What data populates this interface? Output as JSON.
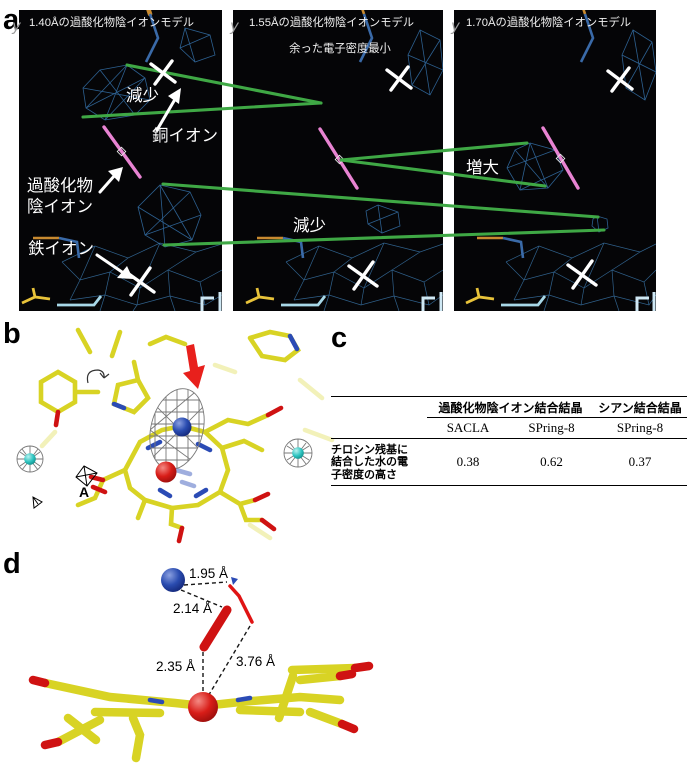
{
  "figure": {
    "panel_a": {
      "label": "a",
      "axis_glyph": "y",
      "panels": [
        {
          "title": "1.40Åの過酸化物陰イオンモデル",
          "subtitle": ""
        },
        {
          "title": "1.55Åの過酸化物陰イオンモデル",
          "subtitle": "余った電子密度最小"
        },
        {
          "title": "1.70Åの過酸化物陰イオンモデル",
          "subtitle": ""
        }
      ],
      "annotations": {
        "decrease_top": "減少",
        "copper_ion": "銅イオン",
        "peroxide_line1": "過酸化物",
        "peroxide_line2": "陰イオン",
        "iron_ion": "鉄イオン",
        "decrease_bottom": "減少",
        "increase": "増大"
      }
    },
    "panel_b": {
      "label": "b",
      "site_marker": "A"
    },
    "panel_c": {
      "label": "c",
      "table": {
        "group_headers": [
          "過酸化物陰イオン結合結晶",
          "シアン結合結晶"
        ],
        "sub_headers": [
          "SACLA",
          "SPring-8",
          "SPring-8"
        ],
        "row_label_lines": [
          "チロシン残基に",
          "結合した水の電",
          "子密度の高さ"
        ],
        "values": [
          "0.38",
          "0.62",
          "0.37"
        ]
      }
    },
    "panel_d": {
      "label": "d",
      "distances": {
        "d1": "1.95 Å",
        "d2": "2.14 Å",
        "d3": "2.35 Å",
        "d4": "3.76 Å"
      }
    },
    "colors": {
      "comparison_line_green": "#3fa845",
      "peroxide_stick_pink": "#e883d2",
      "mesh_blue": "#2d6090",
      "annotation_white": "#ffffff",
      "arrow_red": "#e8201c",
      "carbon_yellow": "#d8d324",
      "nitrogen_blue": "#2b4bb5",
      "oxygen_red": "#cf1212",
      "water_cyan": "#28c4c0",
      "panel_background": "#050507"
    }
  }
}
